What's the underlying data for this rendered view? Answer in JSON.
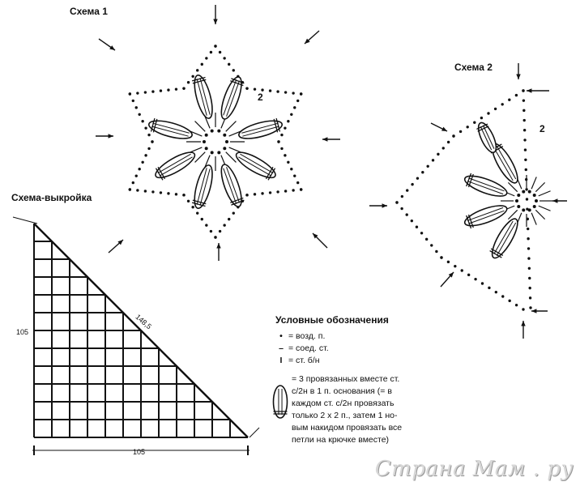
{
  "scheme1": {
    "title": "Схема 1",
    "row_num": "2"
  },
  "scheme2": {
    "title": "Схема 2",
    "row_num": "2"
  },
  "pattern": {
    "title": "Схема-выкройка",
    "left": "105",
    "bottom": "105",
    "hyp": "148,5"
  },
  "legend": {
    "title": "Условные обозначения",
    "items": [
      {
        "symbol": "•",
        "text": "= возд. п."
      },
      {
        "symbol": "–",
        "text": "= соед. ст."
      },
      {
        "symbol": "Ι",
        "text": "= ст. б/н"
      }
    ],
    "cluster_lines": [
      "= 3 провязанных вместе ст.",
      "с/2н в 1 п. основания (= в",
      "каждом ст. с/2н провязать",
      "только 2 х 2 п., затем 1 но-",
      "вым накидом провязать все",
      "петли на крючке вместе)"
    ]
  },
  "watermark": "Страна Мам . ру"
}
